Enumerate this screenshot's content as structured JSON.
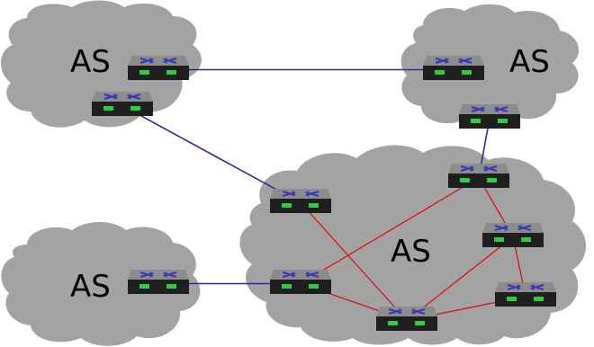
{
  "colors": {
    "cloud": "#a3a3a3",
    "inter_as_link": "#2a2aa6",
    "intra_as_link": "#e01010",
    "router_top": "#8c8c8c",
    "router_body": "#1f1f1f",
    "router_led": "#2ecc40",
    "router_arrow": "#3a3ab8"
  },
  "clouds": [
    {
      "id": "as-top-left",
      "label": "AS"
    },
    {
      "id": "as-top-right",
      "label": "AS"
    },
    {
      "id": "as-bottom-left",
      "label": "AS"
    },
    {
      "id": "as-center",
      "label": "AS"
    }
  ],
  "routers": [
    {
      "id": "r-tl-1",
      "icon": "router-icon"
    },
    {
      "id": "r-tl-2",
      "icon": "router-icon"
    },
    {
      "id": "r-tr-1",
      "icon": "router-icon"
    },
    {
      "id": "r-tr-2",
      "icon": "router-icon"
    },
    {
      "id": "r-bl-1",
      "icon": "router-icon"
    },
    {
      "id": "r-c-1",
      "icon": "router-icon"
    },
    {
      "id": "r-c-2",
      "icon": "router-icon"
    },
    {
      "id": "r-c-3",
      "icon": "router-icon"
    },
    {
      "id": "r-c-4",
      "icon": "router-icon"
    },
    {
      "id": "r-c-5",
      "icon": "router-icon"
    },
    {
      "id": "r-c-6",
      "icon": "router-icon"
    }
  ],
  "links": [
    {
      "from": "r-tl-1",
      "to": "r-tr-1",
      "kind": "inter"
    },
    {
      "from": "r-tl-2",
      "to": "r-c-2",
      "kind": "inter"
    },
    {
      "from": "r-tr-2",
      "to": "r-c-1",
      "kind": "inter"
    },
    {
      "from": "r-bl-1",
      "to": "r-c-3",
      "kind": "inter"
    },
    {
      "from": "r-c-1",
      "to": "r-c-3",
      "kind": "intra"
    },
    {
      "from": "r-c-1",
      "to": "r-c-4",
      "kind": "intra"
    },
    {
      "from": "r-c-2",
      "to": "r-c-5",
      "kind": "intra"
    },
    {
      "from": "r-c-3",
      "to": "r-c-5",
      "kind": "intra"
    },
    {
      "from": "r-c-4",
      "to": "r-c-5",
      "kind": "intra"
    },
    {
      "from": "r-c-4",
      "to": "r-c-6",
      "kind": "intra"
    },
    {
      "from": "r-c-5",
      "to": "r-c-6",
      "kind": "intra"
    }
  ]
}
